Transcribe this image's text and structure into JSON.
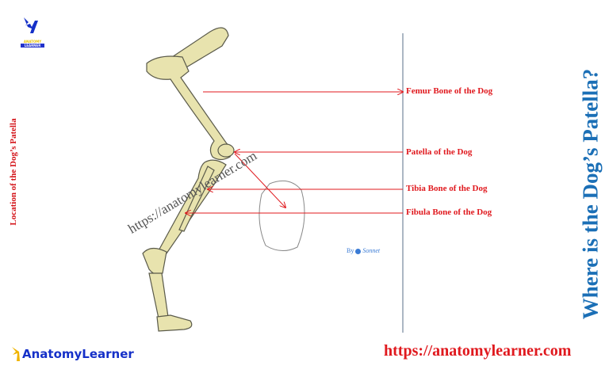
{
  "title": "Where is the Dog’s Patella?",
  "side_title": "Location of the Dog’s Patella",
  "watermark": "https://anatomylearner.com",
  "url": "https://anatomylearner.com",
  "logo": {
    "brand": "AnatomyLearner",
    "top_line1": "ANATOMY",
    "top_line2": "LEARNER"
  },
  "credit": {
    "by": "By",
    "name": "Sonnet"
  },
  "labels": [
    {
      "text": "Femur Bone of the Dog"
    },
    {
      "text": "Patella of the Dog"
    },
    {
      "text": "Tibia Bone of the Dog"
    },
    {
      "text": "Fibula Bone of the Dog"
    }
  ],
  "colors": {
    "label": "#e0191e",
    "title": "#1b6fb6",
    "bone": "#e8e3ae",
    "leader_line": "#e0191e",
    "divider": "#5a6f8a"
  }
}
